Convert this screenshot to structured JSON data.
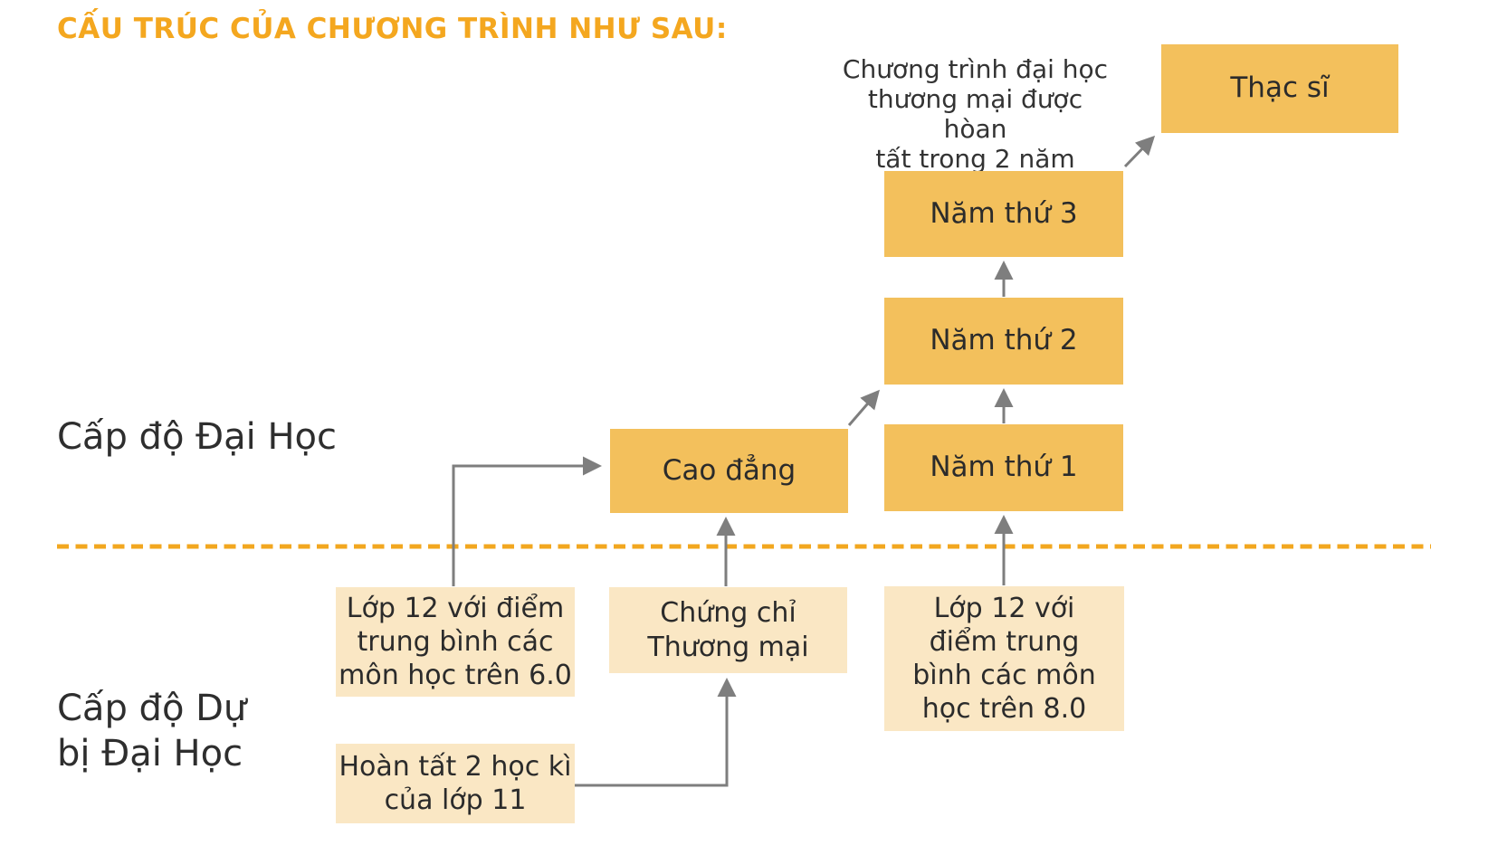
{
  "title": "CẤU TRÚC CỦA CHƯƠNG TRÌNH NHƯ SAU:",
  "levels": {
    "university": "Cấp độ Đại Học",
    "foundation_lines": [
      "Cấp độ Dự",
      "bị Đại Học"
    ],
    "foundation_full_text": "Cấp độ Dự bị Đại Học"
  },
  "annotation": {
    "full_text": "Chương trình đại học thương mại được hòan tất trong 2 năm",
    "lines": [
      "Chương trình đại học",
      "thương mại được hòan",
      "tất trong 2 năm"
    ]
  },
  "nodes": {
    "masters": {
      "label": "Thạc sĩ"
    },
    "year3": {
      "label": "Năm thứ 3"
    },
    "year2": {
      "label": "Năm thứ 2"
    },
    "year1": {
      "label": "Năm thứ 1"
    },
    "college": {
      "label": "Cao đẳng"
    },
    "commerce_cert": {
      "full_text": "Chứng chỉ Thương mại",
      "lines": [
        "Chứng chỉ",
        "Thương mại"
      ]
    },
    "grade12_avg6": {
      "full_text": "Lớp 12 với điểm trung bình các môn học trên 6.0",
      "lines": [
        "Lớp 12 với điểm",
        "trung bình các",
        "môn học trên 6.0"
      ]
    },
    "grade12_avg8": {
      "full_text": "Lớp 12 với điểm trung bình các môn học trên 8.0",
      "lines": [
        "Lớp 12 với",
        "điểm trung",
        "bình các môn",
        "học trên 8.0"
      ]
    },
    "grade11": {
      "full_text": "Hoàn tất 2 học kì của lớp 11",
      "lines": [
        "Hoàn tất 2 học kì",
        "của lớp 11"
      ]
    }
  },
  "colors": {
    "accent_orange": "#F4A71F",
    "box_orange": "#F3C05C",
    "box_cream": "#FAE7C4",
    "divider_orange": "#F2A71F",
    "arrow_gray": "#7E7E7E",
    "text_dark": "#2B2B2B"
  }
}
